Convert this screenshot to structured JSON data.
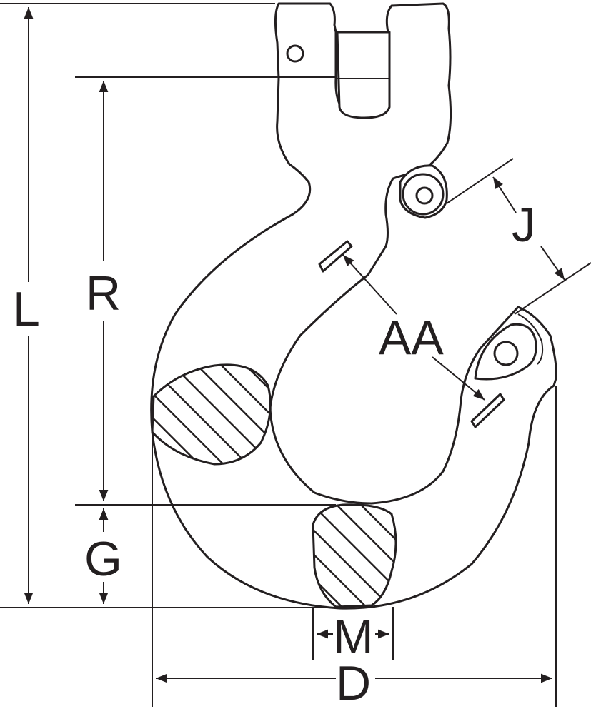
{
  "diagram": {
    "labels": {
      "L": "L",
      "R": "R",
      "G": "G",
      "M": "M",
      "D": "D",
      "J": "J",
      "AA": "AA"
    },
    "colors": {
      "line": "#231f20",
      "background": "#ffffff"
    }
  }
}
